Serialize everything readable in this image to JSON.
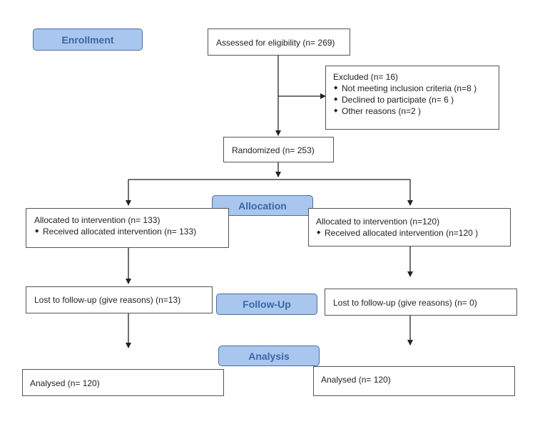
{
  "stages": {
    "enrollment": "Enrollment",
    "allocation": "Allocation",
    "follow_up": "Follow-Up",
    "analysis": "Analysis"
  },
  "assessed": "Assessed for eligibility (n= 269)",
  "excluded": {
    "title": "Excluded (n= 16)",
    "items": [
      "Not meeting inclusion criteria (n=8  )",
      "Declined to participate (n= 6 )",
      "Other reasons (n=2  )"
    ]
  },
  "randomized": "Randomized (n= 253)",
  "left": {
    "allocated": "Allocated to intervention (n= 133)",
    "received": "Received allocated intervention (n= 133)",
    "lost": "Lost to follow-up (give reasons) (n=13)",
    "analysed": "Analysed (n= 120)"
  },
  "right": {
    "allocated": "Allocated to intervention (n=120)",
    "received": "Received allocated intervention (n=120  )",
    "lost": "Lost to follow-up (give reasons) (n= 0)",
    "analysed": "Analysed (n= 120)"
  }
}
